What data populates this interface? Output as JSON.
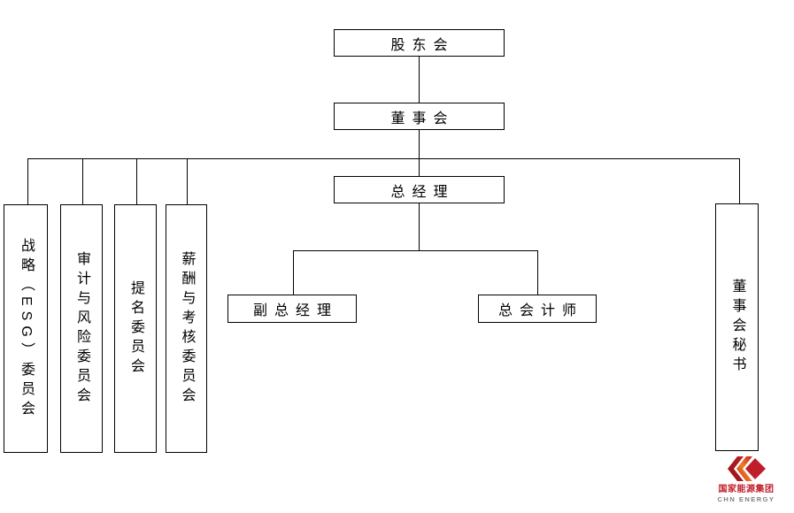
{
  "canvas": {
    "background": "#ffffff",
    "line_color": "#000000",
    "box_border_color": "#000000",
    "text_color": "#000000"
  },
  "diagram": {
    "type": "org-chart",
    "nodes": {
      "shareholders": "股东会",
      "board": "董事会",
      "general_manager": "总经理",
      "deputy_general_manager": "副总经理",
      "chief_accountant": "总会计师",
      "strategy_esg_committee": "战略（ESG）委员会",
      "audit_risk_committee": "审计与风险委员会",
      "nomination_committee": "提名委员会",
      "remuneration_assessment_committee": "薪酬与考核委员会",
      "board_secretary": "董事会秘书"
    },
    "edges": [
      {
        "from": "股东会",
        "to": "董事会"
      },
      {
        "from": "董事会",
        "to": "总经理"
      },
      {
        "from": "董事会",
        "to": "战略（ESG）委员会"
      },
      {
        "from": "董事会",
        "to": "审计与风险委员会"
      },
      {
        "from": "董事会",
        "to": "提名委员会"
      },
      {
        "from": "董事会",
        "to": "薪酬与考核委员会"
      },
      {
        "from": "董事会",
        "to": "董事会秘书"
      },
      {
        "from": "总经理",
        "to": "副总经理"
      },
      {
        "from": "总经理",
        "to": "总会计师"
      }
    ]
  },
  "logo": {
    "name_cn": "国家能源集团",
    "name_en": "CHN ENERGY",
    "brand_red": "#c01d2a",
    "brand_dark_red": "#8f1413",
    "brand_orange": "#ef8020",
    "en_text_color": "#808080"
  }
}
